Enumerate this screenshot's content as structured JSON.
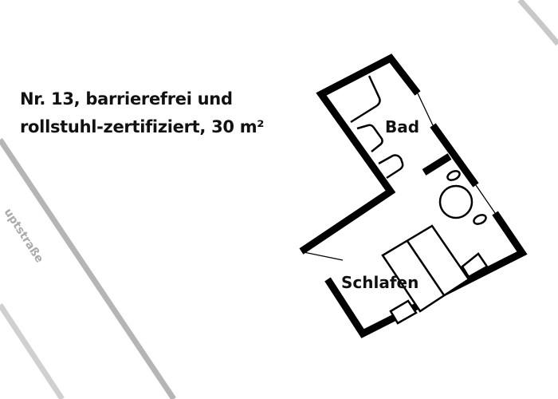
{
  "title": {
    "line1": "Nr. 13, barrierefrei und",
    "line2": "rollstuhl-zertifiziert, 30 m²"
  },
  "rooms": {
    "bath": "Bad",
    "bedroom": "Schlafen"
  },
  "street": "uptstraße",
  "colors": {
    "wall": "#000000",
    "road": "#b5b5b5",
    "road_light": "#d0d0d0",
    "street_text": "#aaaaaa"
  }
}
